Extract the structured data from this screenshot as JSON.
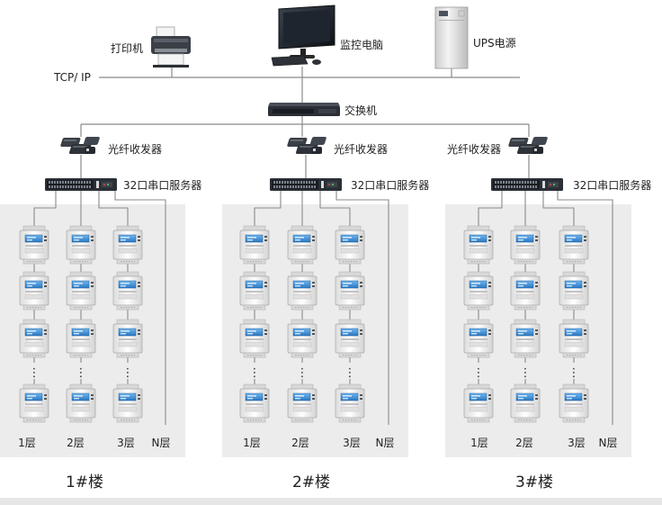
{
  "network": {
    "protocol_label": "TCP/ IP",
    "printer_label": "打印机",
    "monitor_label": "监控电脑",
    "ups_label": "UPS电源",
    "switch_label": "交换机"
  },
  "buildings": [
    {
      "name": "1#楼",
      "transceiver_label": "光纤收发器",
      "server_label": "32口串口服务器",
      "floors": [
        "1层",
        "2层",
        "3层",
        "N层"
      ],
      "ellipsis": "⋮"
    },
    {
      "name": "2#楼",
      "transceiver_label": "光纤收发器",
      "server_label": "32口串口服务器",
      "floors": [
        "1层",
        "2层",
        "3层",
        "N层"
      ],
      "ellipsis": "⋮"
    },
    {
      "name": "3#楼",
      "transceiver_label": "光纤收发器",
      "server_label": "32口串口服务器",
      "floors": [
        "1层",
        "2层",
        "3层",
        "N层"
      ],
      "ellipsis": "⋮"
    }
  ],
  "colors": {
    "panel": "#ececec",
    "line": "#8a8a8a",
    "device_dark": "#2b2f36",
    "meter_body": "#f4f4f4",
    "meter_screen": "#3a8fd6"
  }
}
